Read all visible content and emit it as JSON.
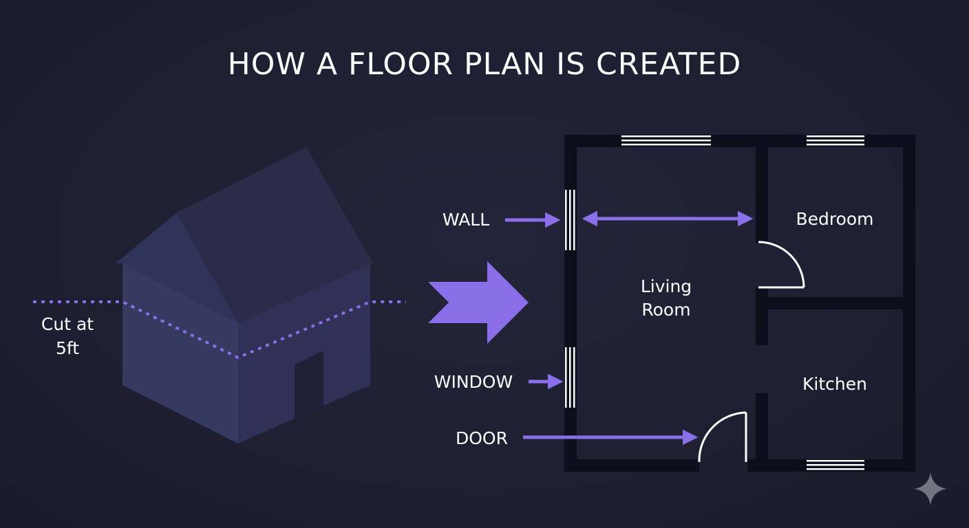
{
  "title": "HOW A FLOOR PLAN IS CREATED",
  "house": {
    "cut_label_line1": "Cut at",
    "cut_label_line2": "5ft"
  },
  "callouts": {
    "wall": "WALL",
    "window": "WINDOW",
    "door": "DOOR"
  },
  "rooms": {
    "living_line1": "Living",
    "living_line2": "Room",
    "bedroom": "Bedroom",
    "kitchen": "Kitchen"
  },
  "colors": {
    "accent": "#8b6fe8",
    "wall": "#0d0e1c",
    "house_front": "#363a60",
    "house_side": "#2e3154",
    "roof": "#2a2c4a",
    "text": "#ffffff"
  },
  "icons": [
    "sparkle-icon"
  ]
}
